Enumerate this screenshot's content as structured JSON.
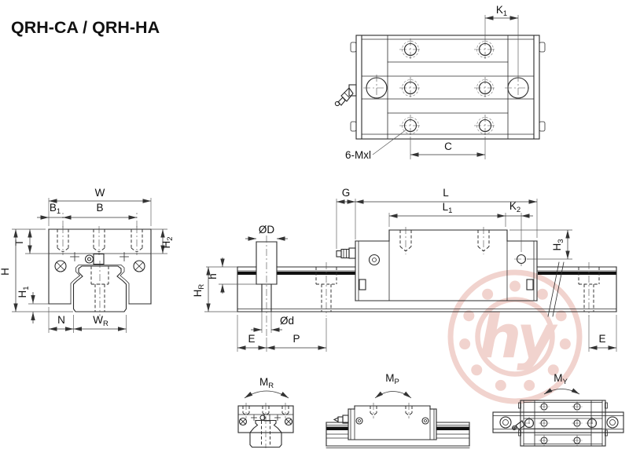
{
  "title": "QRH-CA / QRH-HA",
  "top_view": {
    "dim_k1": {
      "base": "K",
      "sub": "1"
    },
    "dim_c": "C",
    "thread_note": "6-Mxl"
  },
  "front_view": {
    "dim_w": "W",
    "dim_b1": {
      "base": "B",
      "sub": "1"
    },
    "dim_b": "B",
    "dim_t": "T",
    "dim_h2": {
      "base": "H",
      "sub": "2"
    },
    "dim_h": "H",
    "dim_h1": {
      "base": "H",
      "sub": "1"
    },
    "dim_n": "N",
    "dim_wr": {
      "base": "W",
      "sub": "R"
    }
  },
  "side_view": {
    "dim_g": "G",
    "dim_l": "L",
    "dim_l1": {
      "base": "L",
      "sub": "1"
    },
    "dim_k2": {
      "base": "K",
      "sub": "2"
    },
    "dim_h3": {
      "base": "H",
      "sub": "3"
    },
    "dim_od_major": "ØD",
    "dim_h_small": "h",
    "dim_hr": {
      "base": "H",
      "sub": "R"
    },
    "dim_od_minor": "Ød",
    "dim_e_left": "E",
    "dim_p": "P",
    "dim_e_right": "E"
  },
  "moment_views": {
    "rolling": {
      "base": "M",
      "sub": "R"
    },
    "pitching": {
      "base": "M",
      "sub": "P"
    },
    "yawing": {
      "base": "M",
      "sub": "Y"
    }
  },
  "watermark": {
    "monogram": "hy",
    "color": "#f0cfc9"
  }
}
